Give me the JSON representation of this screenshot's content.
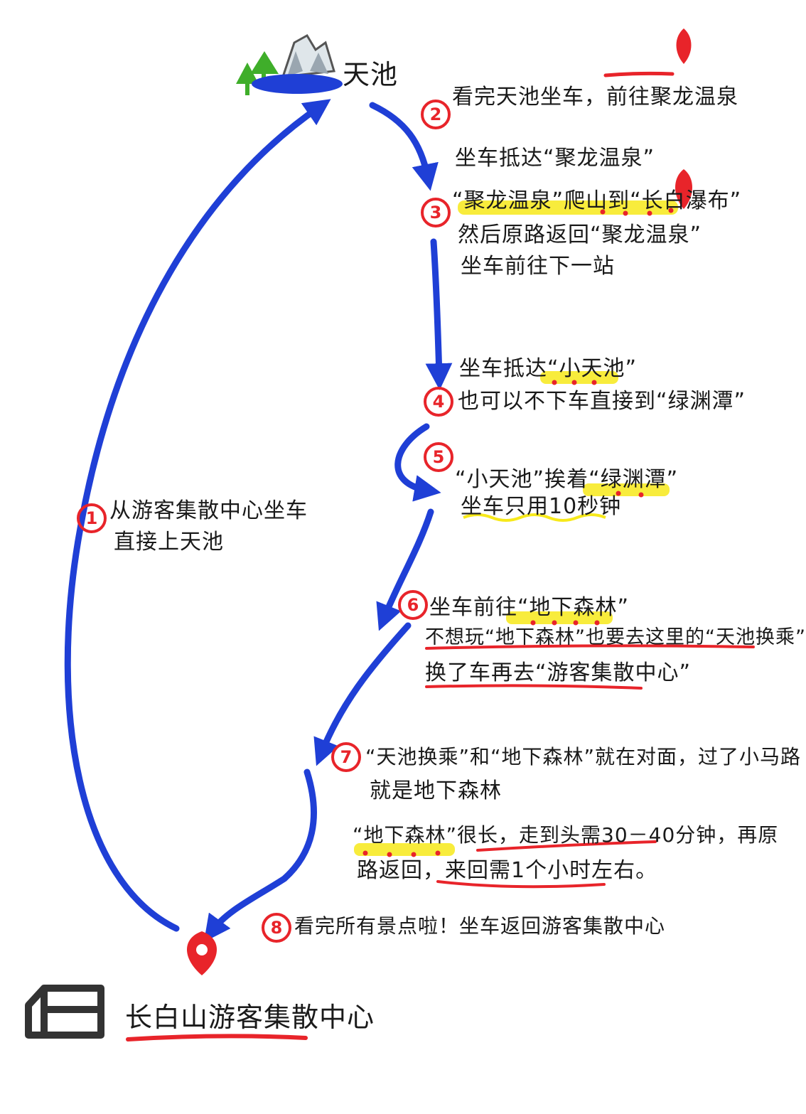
{
  "colors": {
    "arrow": "#1f3fd6",
    "step": "#e8242a",
    "highlight_yellow": "#f7e91a",
    "underline_red": "#e8242a",
    "pin": "#e8242a",
    "tree": "#3fae2a",
    "mountain": "#9aa6b0",
    "house": "#333333"
  },
  "icons": {
    "top": "mountain-lake-icon",
    "bottom": "house-icon",
    "pin": "map-pin-icon"
  },
  "places": {
    "tianchi": "天池",
    "center": "长白山游客集散中心"
  },
  "steps": {
    "s1": {
      "num": "1",
      "line1": "从游客集散中心坐车",
      "line2": "直接上天池"
    },
    "s2": {
      "num": "2",
      "line1": "看完天池坐车，前往聚龙温泉"
    },
    "arrive_julong": "坐车抵达“聚龙温泉”",
    "s3": {
      "num": "3",
      "line1": "“聚龙温泉”爬山到“长白瀑布”",
      "line2": "然后原路返回“聚龙温泉”",
      "line3": "坐车前往下一站"
    },
    "arrive_xiaotianchi": "坐车抵达“小天池”",
    "s4": {
      "num": "4",
      "line1": "也可以不下车直接到“绿渊潭”"
    },
    "s5": {
      "num": "5",
      "line1": "“小天池”挨着“绿渊潭”",
      "line2": "坐车只用10秒钟"
    },
    "s6": {
      "num": "6",
      "line1": "坐车前往“地下森林”",
      "line2": "不想玩“地下森林”也要去这里的“天池换乘”",
      "line3": "换了车再去“游客集散中心”"
    },
    "s7": {
      "num": "7",
      "line1": "“天池换乘”和“地下森林”就在对面，过了小马路",
      "line2": "就是地下森林",
      "line3": "“地下森林”很长，走到头需30－40分钟，再原",
      "line4": "路返回，来回需1个小时左右。"
    },
    "s8": {
      "num": "8",
      "line1": "看完所有景点啦！坐车返回游客集散中心"
    }
  }
}
